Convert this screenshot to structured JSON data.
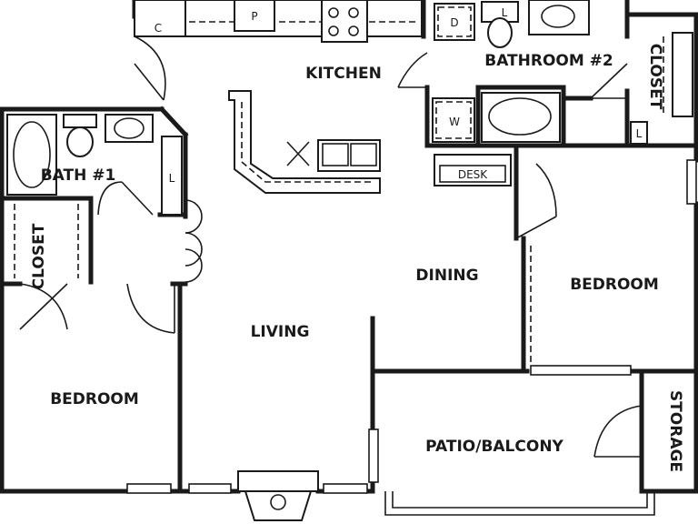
{
  "rooms": {
    "kitchen": "KITCHEN",
    "bathroom2": "BATHROOM #2",
    "closet_right": "CLOSET",
    "bath1": "BATH #1",
    "closet_left": "CLOSET",
    "dining": "DINING",
    "bedroom_right": "BEDROOM",
    "living": "LIVING",
    "bedroom_left": "BEDROOM",
    "patio": "PATIO/BALCONY",
    "storage": "STORAGE"
  },
  "fixtures": {
    "coat_closet": "C",
    "pantry": "P",
    "dishwasher": "D",
    "washer": "W",
    "desk": "DESK",
    "linen_bath1": "L",
    "linen_bedroom": "L",
    "linen_bath2": "L"
  }
}
